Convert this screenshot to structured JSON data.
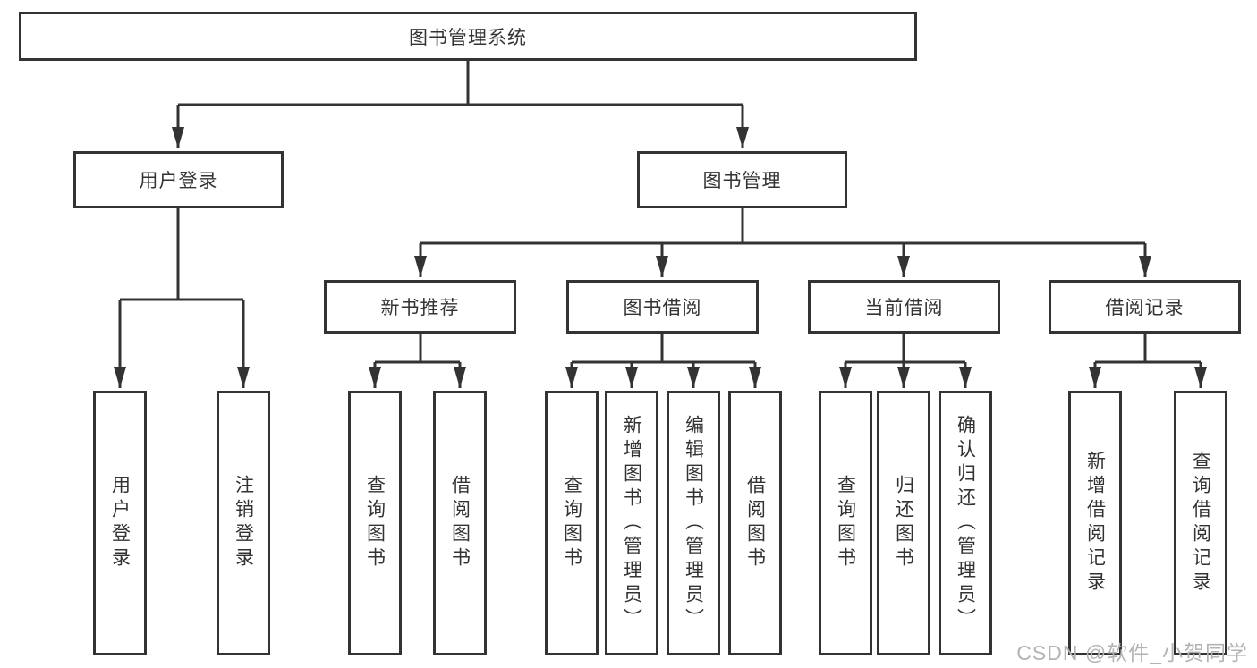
{
  "diagram": {
    "root": {
      "label": "图书管理系统"
    },
    "login": {
      "label": "用户登录",
      "children": [
        {
          "label": "用户登录"
        },
        {
          "label": "注销登录"
        }
      ]
    },
    "mgmt": {
      "label": "图书管理",
      "children": [
        {
          "label": "新书推荐",
          "children": [
            {
              "label": "查询图书"
            },
            {
              "label": "借阅图书"
            }
          ]
        },
        {
          "label": "图书借阅",
          "children": [
            {
              "label": "查询图书"
            },
            {
              "label": "新增图书（管理员）"
            },
            {
              "label": "编辑图书（管理员）"
            },
            {
              "label": "借阅图书"
            }
          ]
        },
        {
          "label": "当前借阅",
          "children": [
            {
              "label": "查询图书"
            },
            {
              "label": "归还图书"
            },
            {
              "label": "确认归还（管理员）"
            }
          ]
        },
        {
          "label": "借阅记录",
          "children": [
            {
              "label": "新增借阅记录"
            },
            {
              "label": "查询借阅记录"
            }
          ]
        }
      ]
    },
    "watermark": "CSDN @软件_小贺同学",
    "colors": {
      "line": "#333333",
      "text": "#333333",
      "watermark": "#b3b3b3",
      "background": "#ffffff"
    }
  }
}
